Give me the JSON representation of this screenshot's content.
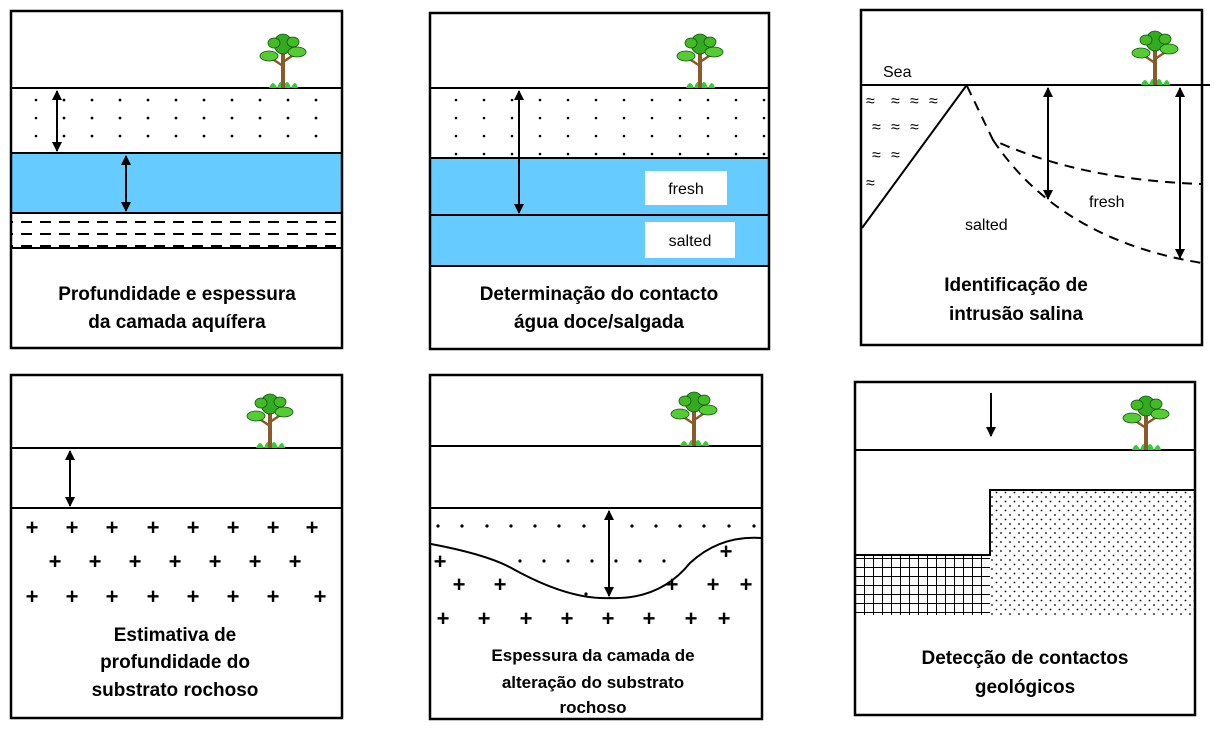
{
  "colors": {
    "water": "#66ccff",
    "line": "#000000",
    "tree_leaf": "#33aa22",
    "tree_trunk": "#8b5a2b"
  },
  "panels": [
    {
      "caption": [
        "Profundidade e espessura",
        "da camada aquífera"
      ]
    },
    {
      "caption": [
        "Determinação do contacto",
        "água doce/salgada"
      ],
      "labels": {
        "fresh": "fresh",
        "salted": "salted"
      }
    },
    {
      "caption": [
        "Identificação de",
        "intrusão salina"
      ],
      "labels": {
        "sea": "Sea",
        "fresh": "fresh",
        "salted": "salted",
        "wave": "≈"
      }
    },
    {
      "caption": [
        "Estimativa de",
        "profundidade do",
        "substrato rochoso"
      ],
      "symbol": "+"
    },
    {
      "caption": [
        "Espessura da camada de",
        "alteração do substrato",
        "rochoso"
      ],
      "symbol": "+"
    },
    {
      "caption": [
        "Detecção de contactos",
        "geológicos"
      ]
    }
  ]
}
